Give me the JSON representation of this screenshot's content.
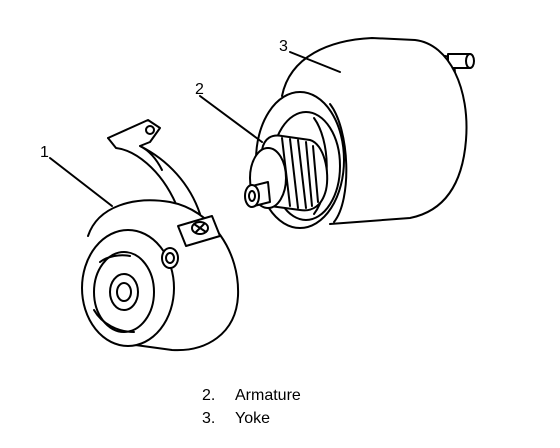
{
  "callouts": {
    "c1": "1",
    "c2": "2",
    "c3": "3"
  },
  "legend": [
    {
      "num": "2.",
      "label": "Armature"
    },
    {
      "num": "3.",
      "label": "Yoke"
    }
  ],
  "colors": {
    "line": "#000000",
    "background": "#ffffff"
  }
}
